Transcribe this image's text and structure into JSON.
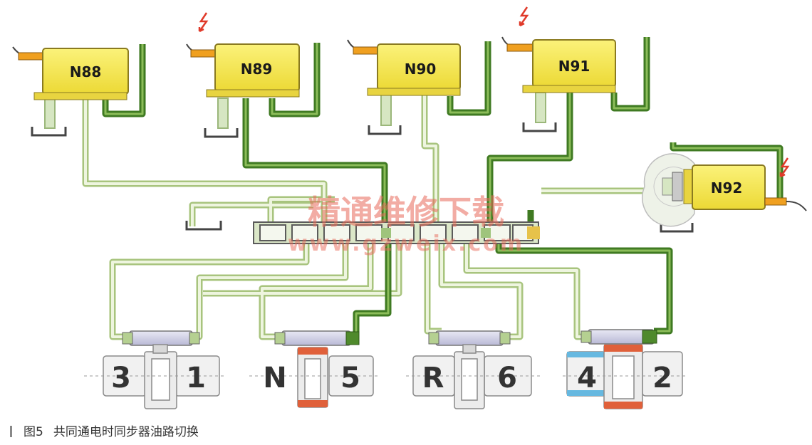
{
  "solenoids": [
    {
      "id": "n88",
      "label": "N88",
      "energized": false
    },
    {
      "id": "n89",
      "label": "N89",
      "energized": true
    },
    {
      "id": "n90",
      "label": "N90",
      "energized": false
    },
    {
      "id": "n91",
      "label": "N91",
      "energized": true
    },
    {
      "id": "n92",
      "label": "N92",
      "energized": true
    }
  ],
  "synchronizers": [
    {
      "left_gear": "3",
      "right_gear": "1"
    },
    {
      "left_gear": "N",
      "right_gear": "5"
    },
    {
      "left_gear": "R",
      "right_gear": "6"
    },
    {
      "left_gear": "4",
      "right_gear": "2"
    }
  ],
  "watermark": {
    "text": "精通维修下载",
    "url": "www.gzweix.com"
  },
  "caption": {
    "figure": "图5",
    "text": "共同通电时同步器油路切换"
  },
  "colors": {
    "solenoid_fill": "#f7ea4d",
    "pressure_line": "#4f8a2c",
    "light_line": "#c6dca6",
    "background": "#ffffff",
    "engaged_ring_red": "#e0603a",
    "engaged_ring_blue": "#66b8e0"
  }
}
